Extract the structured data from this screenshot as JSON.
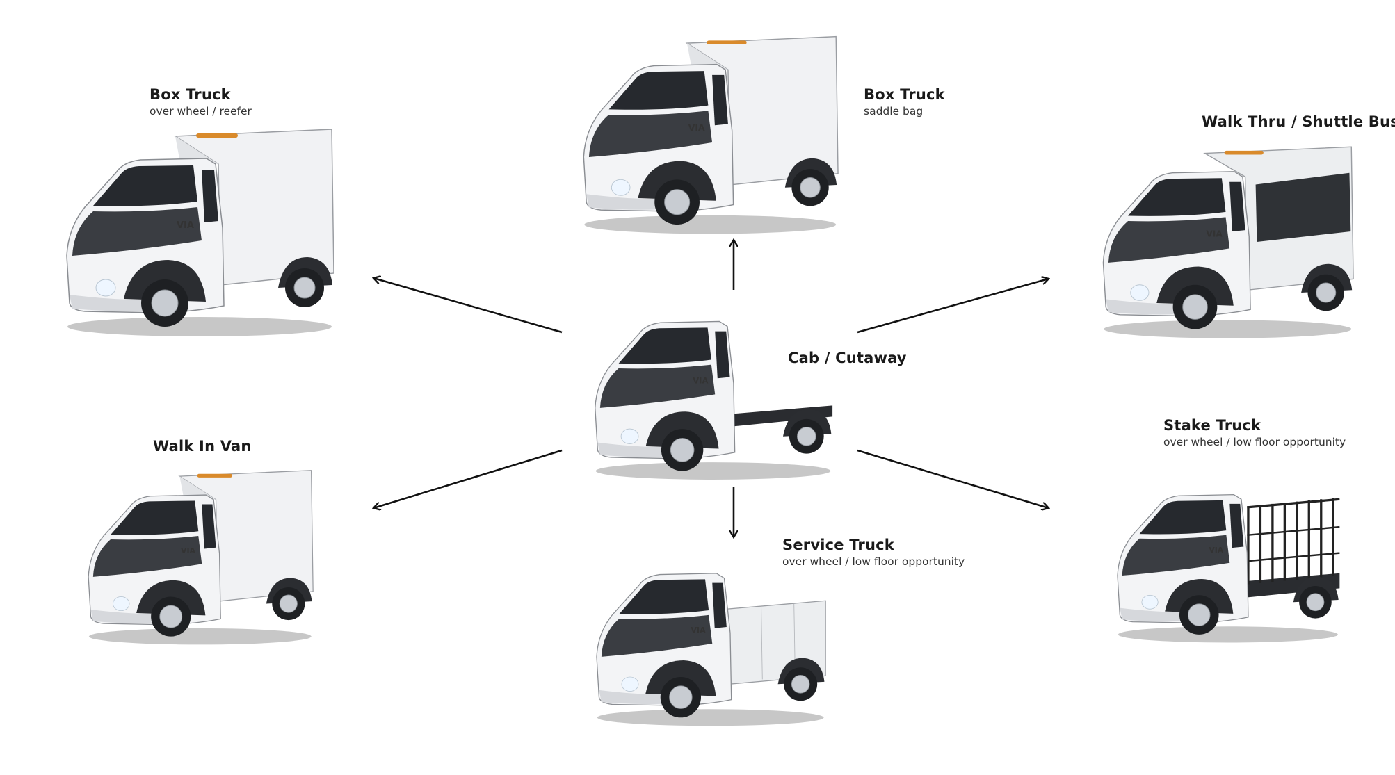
{
  "center": {
    "title": "Cab / Cutaway",
    "variant": "cab",
    "colors": {
      "body": "#f3f4f6",
      "dark": "#3a3d42",
      "glass": "#26292e"
    }
  },
  "variants": [
    {
      "key": "box-over-wheel",
      "title": "Box Truck",
      "subtitle": "over wheel / reefer",
      "variant": "box"
    },
    {
      "key": "box-saddle",
      "title": "Box Truck",
      "subtitle": "saddle bag",
      "variant": "box"
    },
    {
      "key": "walk-thru",
      "title": "Walk Thru / Shuttle Bus",
      "subtitle": "",
      "variant": "shuttle"
    },
    {
      "key": "walk-in-van",
      "title": "Walk In Van",
      "subtitle": "",
      "variant": "box"
    },
    {
      "key": "service",
      "title": "Service Truck",
      "subtitle": "over wheel / low floor opportunity",
      "variant": "service"
    },
    {
      "key": "stake",
      "title": "Stake Truck",
      "subtitle": "over wheel / low floor opportunity",
      "variant": "stake"
    }
  ],
  "badge": "VIA"
}
